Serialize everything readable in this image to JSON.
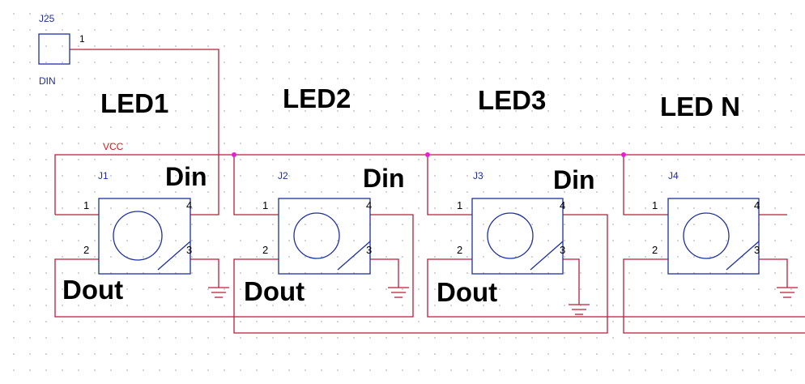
{
  "connector": {
    "ref": "J25",
    "pin": "1",
    "label": "DIN"
  },
  "vcc_label": "VCC",
  "leds": [
    {
      "title": "LED1",
      "ref": "J1",
      "din": "Din",
      "dout": "Dout",
      "pins": [
        "1",
        "2",
        "3",
        "4"
      ]
    },
    {
      "title": "LED2",
      "ref": "J2",
      "din": "Din",
      "dout": "Dout",
      "pins": [
        "1",
        "2",
        "3",
        "4"
      ]
    },
    {
      "title": "LED3",
      "ref": "J3",
      "din": "Din",
      "dout": "Dout",
      "pins": [
        "1",
        "2",
        "3",
        "4"
      ]
    },
    {
      "title": "LED N",
      "ref": "J4",
      "pins": [
        "1",
        "2",
        "3",
        "4"
      ]
    }
  ],
  "colors": {
    "wire": "#b81e38",
    "component": "#1e2fa0",
    "junction": "#e020d8",
    "ground": "#b81e38"
  }
}
